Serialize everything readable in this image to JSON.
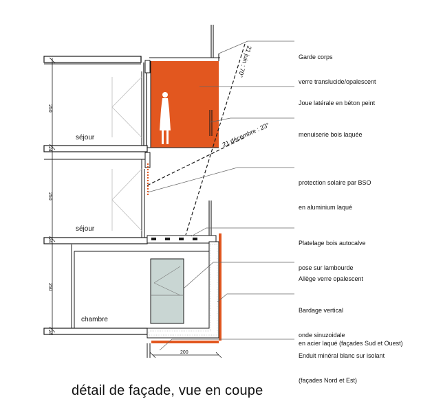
{
  "caption": "détail de façade, vue en coupe",
  "rooms": {
    "sejour_upper": "séjour",
    "sejour_lower": "séjour",
    "chambre": "chambre"
  },
  "sun_angles": {
    "summer": "21 juin : 70°",
    "winter": "21 décembre : 23°"
  },
  "dimensions": {
    "floor_height": "250",
    "slab": "24",
    "depth": "200"
  },
  "annotations": [
    {
      "line1": "Garde corps",
      "line2": "verre translucide/opalescent"
    },
    {
      "line1": "Joue latérale en béton peint",
      "line2": ""
    },
    {
      "line1": "menuiserie bois laquée",
      "line2": ""
    },
    {
      "line1": "protection solaire par BSO",
      "line2": "en aluminium laqué"
    },
    {
      "line1": "Platelage bois autocalve",
      "line2": "pose sur lambourde"
    },
    {
      "line1": "Allège verre opalescent",
      "line2": ""
    },
    {
      "line1": "Bardage vertical",
      "line2": "onde sinuzoidale\nen acier laqué (façades Sud et Ouest)"
    },
    {
      "line1": "Enduit minéral blanc sur isolant",
      "line2": "(façades Nord et Est)"
    }
  ],
  "colors": {
    "accent": "#e2571f",
    "glass": "#c9d6d3",
    "line": "#1a1a1a",
    "leader": "#666666"
  }
}
